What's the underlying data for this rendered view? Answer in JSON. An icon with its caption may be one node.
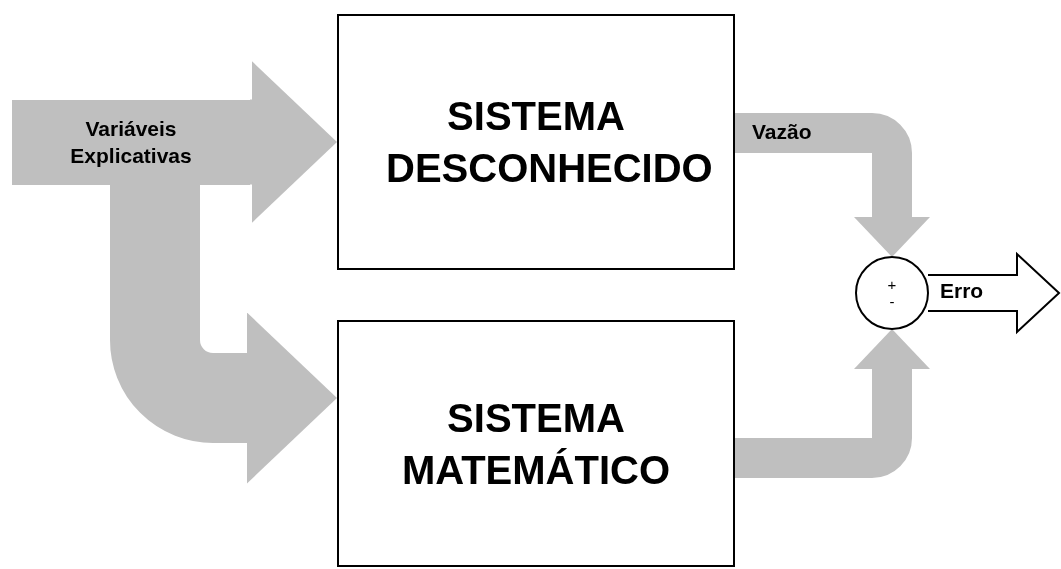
{
  "diagram": {
    "nodes": [
      {
        "text": [
          "Variáveis Explicativas"
        ]
      },
      {
        "text": [
          "SISTEMA DESCONHECIDO"
        ]
      },
      {
        "text": [
          "SISTEMA MATEMÁTICO"
        ]
      },
      {
        "text": [
          "+",
          "-"
        ]
      }
    ],
    "edges": [
      {
        "from": 0,
        "to": 1,
        "arrow": "to",
        "style": "thick"
      },
      {
        "from": 0,
        "to": 2,
        "arrow": "to",
        "style": "thick"
      },
      {
        "from": 1,
        "to": 3,
        "arrow": "to",
        "label": "Vazão"
      },
      {
        "from": 2,
        "to": 3,
        "arrow": "to"
      },
      {
        "from": 3,
        "to": null,
        "arrow": "to",
        "label": "Erro",
        "color": "#ffffff"
      }
    ]
  }
}
